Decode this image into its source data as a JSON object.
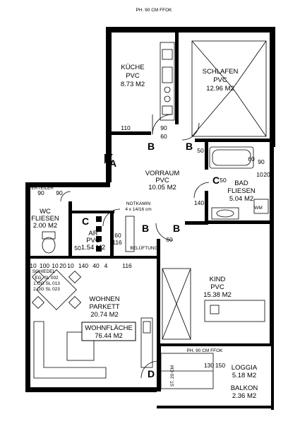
{
  "rooms": {
    "kueche": {
      "name": "KÜCHE",
      "floor": "PVC",
      "area": "8.73 M2"
    },
    "schlafen": {
      "name": "SCHLAFEN",
      "floor": "PVC",
      "area": "12.96 M2"
    },
    "vorraum": {
      "name": "VORRAUM",
      "floor": "PVC",
      "area": "10.05 M2"
    },
    "bad": {
      "name": "BAD",
      "floor": "FLIESEN",
      "area": "5.04 M2"
    },
    "wc": {
      "name": "WC",
      "floor": "FLIESEN",
      "area": "2.00 M2"
    },
    "ar": {
      "name": "AR",
      "floor": "PVC",
      "area": "1.54 M2"
    },
    "wohnen": {
      "name": "WOHNEN",
      "floor": "PARKETT",
      "area": "20.74 M2"
    },
    "kind": {
      "name": "KIND",
      "floor": "PVC",
      "area": "15.38 M2"
    },
    "loggia": {
      "name": "LOGGIA",
      "area": "5.18 M2"
    },
    "balkon": {
      "name": "BALKON",
      "area": "2.36 M2"
    }
  },
  "wohnflaeche": {
    "label": "WOHNFLÄCHE",
    "value": "76.44 M2"
  },
  "notes": {
    "notkamin": "NOTKAMIN",
    "notkamin_size": "4 x 14/16 cm",
    "verteiler": "VERTEILER",
    "schiedel": "SCHIEDEL",
    "schiedel_rows": [
      "EG.  SL 002",
      "1.OG  SL 013",
      "2.OG  SL 023"
    ],
    "ph_top": "PH. 90 CM FFOK",
    "ph_loggia": "PH. 90 CM FFOK",
    "wm": "WM",
    "st": "ST. 20 CM",
    "belueftung": "BELÜFTUNG"
  },
  "markers": [
    "A",
    "B",
    "B",
    "B",
    "B",
    "C",
    "C",
    "D"
  ],
  "dims": {
    "k_110": "110",
    "k_90": "90",
    "k_60a": "60",
    "k_50": "50",
    "v_90a": "90",
    "v_90b": "90",
    "v_60a": "60",
    "v_60b": "60",
    "v_140": "140",
    "v_116": "116",
    "v_50": "50",
    "bad_60": "60",
    "bad_50": "50",
    "w_10a": "10",
    "w_100": "100",
    "w_10b": "10",
    "w_20": "20",
    "w_10c": "10",
    "w_140": "140",
    "w_40": "40",
    "w_4": "4",
    "w_116": "116",
    "l_130": "130",
    "l_150": "150",
    "r_90": "90",
    "r_10": "10",
    "r_20": "20"
  }
}
